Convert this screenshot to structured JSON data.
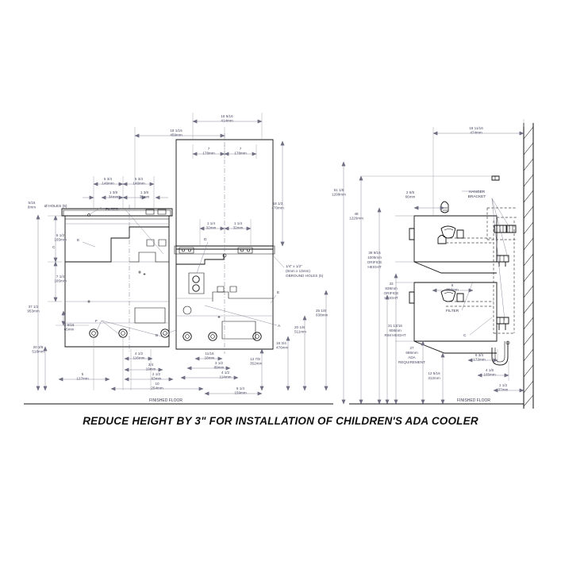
{
  "drawing": {
    "title_caption": "REDUCE HEIGHT BY 3\" FOR INSTALLATION OF CHILDREN'S ADA COOLER",
    "finished_floor_left": "FINISHED FLOOR",
    "finished_floor_right": "FINISHED FLOOR"
  },
  "left_view": {
    "dims": {
      "top_width_outer_in": "18 1/16",
      "top_width_outer_mm": "459mm",
      "top_width_inner_in": "16 5/16",
      "top_width_inner_mm": "414mm",
      "half_a_in": "7",
      "half_a_mm": "178mm",
      "half_b_in": "7",
      "half_b_mm": "178mm",
      "slot_a_in": "1 1/4",
      "slot_a_mm": "32mm",
      "slot_b_in": "1 1/4",
      "slot_b_mm": "32mm",
      "pitch_a_in": "5 3/4",
      "pitch_a_mm": "146mm",
      "pitch_b_in": "5 3/4",
      "pitch_b_mm": "146mm",
      "edge_a_in": "1 3/8",
      "edge_a_mm": "34mm",
      "edge_b_in": "1 3/8",
      "edge_b_mm": "35mm",
      "hole_dia_in": "5/16",
      "hole_dia_mm": "8mm",
      "hole_note": "Ø HOLES (5)",
      "obround_note_line1": "1/4\" x 1/2\"",
      "obround_note_line2": "(6mm x 13mm)",
      "obround_note_line3": "OBROUND HOLES (5)",
      "filter_label": "FILTER",
      "v_upper_in": "6 1/2",
      "v_upper_mm": "165mm",
      "v_mid_in": "7 1/4",
      "v_mid_mm": "185mm",
      "v_overall_in": "37 1/2",
      "v_overall_mm": "953mm",
      "v_lower_in": "20 3/8",
      "v_lower_mm": "518mm",
      "v_foot_in": "2 9/16",
      "v_foot_mm": "65mm",
      "right_h_in": "18 1/2",
      "right_h_mm": "470mm",
      "right_v1_in": "25 1/8",
      "right_v1_mm": "638mm",
      "right_v2_in": "20 1/8",
      "right_v2_mm": "511mm",
      "right_v3_in": "18 3/4",
      "right_v3_mm": "476mm",
      "right_v4_in": "13 7/8",
      "right_v4_mm": "352mm",
      "b_in": "4 1/2",
      "b_mm": "116mm",
      "b2_in": "3/4",
      "b2_mm": "19mm",
      "b3_in": "2 1/2",
      "b3_mm": "63mm",
      "b4_in": "5",
      "b4_mm": "127mm",
      "b5_in": "10",
      "b5_mm": "254mm",
      "c1_in": "11/16",
      "c1_mm": "18mm",
      "c2_in": "3 1/2",
      "c2_mm": "89mm",
      "c3_in": "4 1/2",
      "c3_mm": "114mm",
      "c4_in": "6 1/4",
      "c4_mm": "159mm"
    },
    "callouts": [
      "A",
      "B",
      "C",
      "D",
      "E",
      "F"
    ]
  },
  "right_view": {
    "dims": {
      "wall_offset_in": "18 11/16",
      "wall_offset_mm": "474mm",
      "top_height_in": "51 1/8",
      "top_height_mm": "1299mm",
      "hanger_height_in": "48",
      "hanger_height_mm": "1220mm",
      "bracket_offset_in": "2 5/8",
      "bracket_offset_mm": "66mm",
      "orifice_hi_in": "39 9/16",
      "orifice_hi_mm": "1005mm",
      "orifice_hi_note1": "ORIFICE",
      "orifice_hi_note2": "HEIGHT",
      "orifice_lo_in": "33",
      "orifice_lo_mm": "838mm",
      "orifice_lo_note1": "ORIFICE",
      "orifice_lo_note2": "HEIGHT",
      "rim_in": "31 13/16",
      "rim_mm": "808mm",
      "rim_note": "RIM HEIGHT",
      "ada_in": "27",
      "ada_mm": "686mm",
      "ada_note1": "ADA",
      "ada_note2": "REQUIREMENT",
      "low_in": "12 5/16",
      "low_mm": "312mm",
      "filter_w_in": "8",
      "filter_w_mm": "203mm",
      "filter_label": "FILTER",
      "hanger_label1": "HANGER",
      "hanger_label2": "BRACKET",
      "b1_in": "6 3/4",
      "b1_mm": "172mm",
      "b2_in": "4 1/8",
      "b2_mm": "105mm",
      "b3_in": "1 1/2",
      "b3_mm": "37mm"
    },
    "callouts": [
      "C"
    ]
  },
  "colors": {
    "line": "#111111",
    "dim": "#6f6f84",
    "thin": "#8d8d9e",
    "text": "#4a4a66",
    "background": "#ffffff"
  }
}
